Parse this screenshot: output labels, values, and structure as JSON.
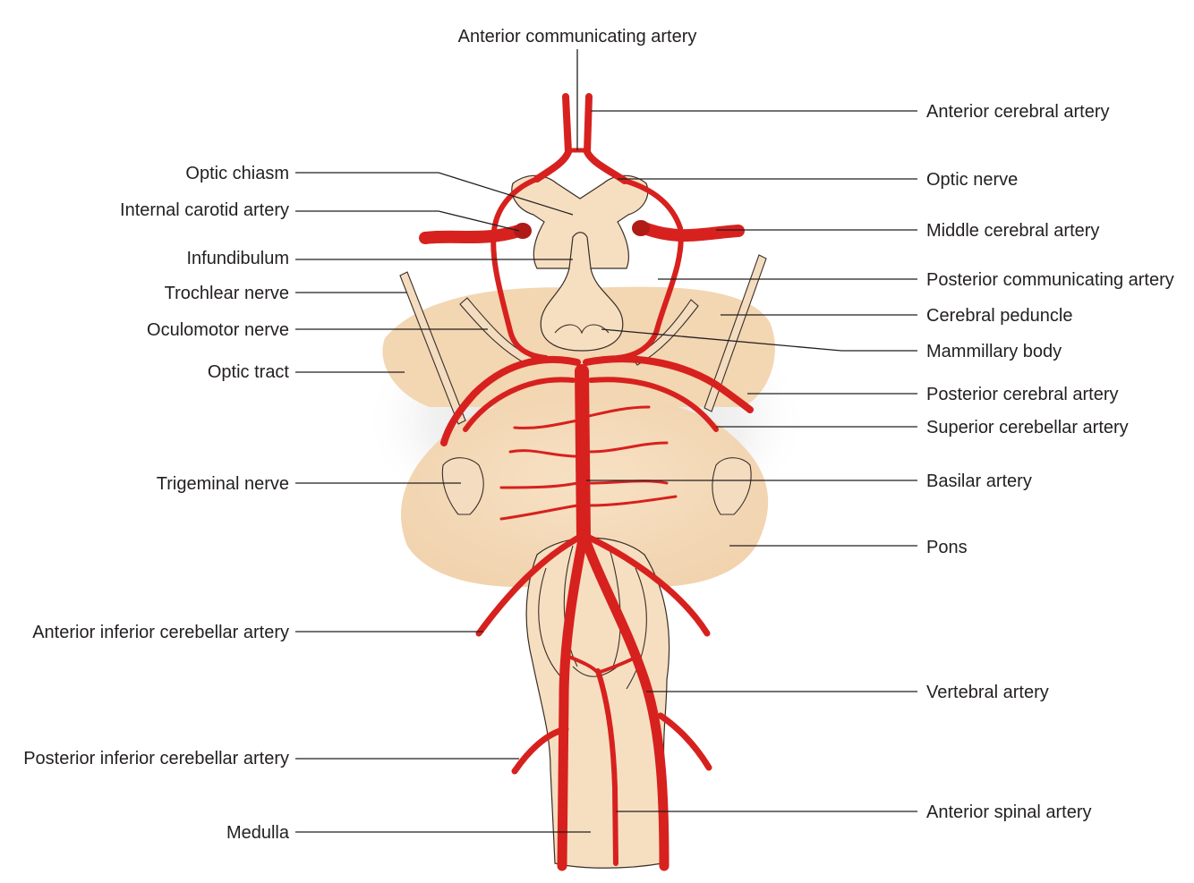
{
  "labels": {
    "anterior_communicating_artery": "Anterior communicating artery",
    "anterior_cerebral_artery": "Anterior cerebral artery",
    "optic_chiasm": "Optic chiasm",
    "optic_nerve": "Optic nerve",
    "internal_carotid_artery": "Internal carotid artery",
    "middle_cerebral_artery": "Middle cerebral artery",
    "infundibulum": "Infundibulum",
    "posterior_communicating_artery": "Posterior communicating artery",
    "trochlear_nerve": "Trochlear nerve",
    "cerebral_peduncle": "Cerebral peduncle",
    "oculomotor_nerve": "Oculomotor nerve",
    "mammillary_body": "Mammillary body",
    "optic_tract": "Optic tract",
    "posterior_cerebral_artery": "Posterior cerebral artery",
    "superior_cerebellar_artery": "Superior cerebellar artery",
    "trigeminal_nerve": "Trigeminal nerve",
    "basilar_artery": "Basilar artery",
    "pons": "Pons",
    "anterior_inferior_cerebellar_artery": "Anterior inferior cerebellar artery",
    "vertebral_artery": "Vertebral artery",
    "posterior_inferior_cerebellar_artery": "Posterior inferior cerebellar artery",
    "anterior_spinal_artery": "Anterior spinal artery",
    "medulla": "Medulla"
  },
  "colors": {
    "artery": "#d7211e",
    "tissue": "#f6dfc1",
    "shadow": "#d9d9d9",
    "text": "#231f20"
  }
}
